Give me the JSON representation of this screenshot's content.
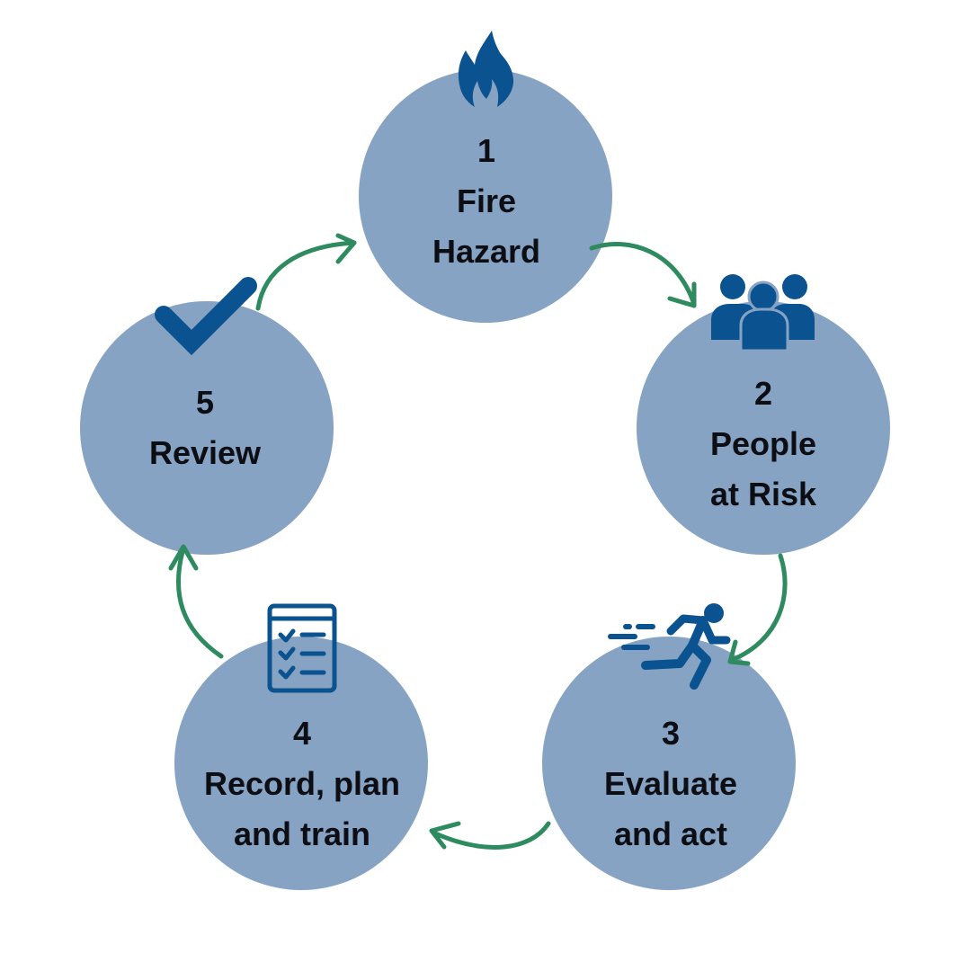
{
  "diagram": {
    "colors": {
      "circle_fill": "#86a3c3",
      "icon_color": "#0a5290",
      "arrow_color": "#2e8a5f",
      "text_color": "#0d0d14"
    },
    "steps": [
      {
        "number": "1",
        "line1": "Fire",
        "line2": "Hazard",
        "icon": "fire-icon"
      },
      {
        "number": "2",
        "line1": "People",
        "line2": "at Risk",
        "icon": "people-group-icon"
      },
      {
        "number": "3",
        "line1": "Evaluate",
        "line2": "and act",
        "icon": "running-person-icon"
      },
      {
        "number": "4",
        "line1": "Record, plan",
        "line2": "and train",
        "icon": "checklist-icon"
      },
      {
        "number": "5",
        "line1": "Review",
        "line2": "",
        "icon": "checkmark-icon"
      }
    ],
    "flow": [
      "1 to 2",
      "2 to 3",
      "3 to 4",
      "4 to 5",
      "5 to 1"
    ]
  }
}
